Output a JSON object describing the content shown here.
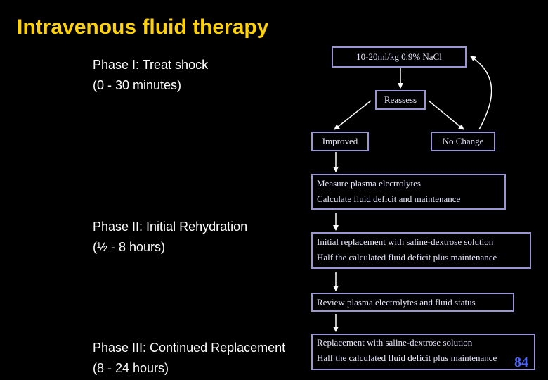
{
  "title": "Intravenous fluid therapy",
  "phases": [
    {
      "name": "Phase I: Treat shock",
      "time": "(0 - 30 minutes)"
    },
    {
      "name": "Phase II: Initial Rehydration",
      "time": "(½ - 8 hours)"
    },
    {
      "name": "Phase III: Continued Replacement",
      "time": "(8 - 24 hours)"
    }
  ],
  "boxes": {
    "bolus": "10-20ml/kg 0.9% NaCl",
    "reassess": "Reassess",
    "improved": "Improved",
    "no_change": "No Change",
    "electrolytes": [
      "Measure plasma electrolytes",
      "Calculate fluid deficit and maintenance"
    ],
    "initial": [
      "Initial replacement with saline-dextrose solution",
      "Half the calculated fluid deficit plus maintenance"
    ],
    "review": "Review plasma electrolytes and fluid status",
    "continued": [
      "Replacement with saline-dextrose solution",
      "Half the calculated fluid deficit plus maintenance"
    ]
  },
  "page_number": "84",
  "colors": {
    "title": "#ffd200",
    "box_border": "#9a96d4",
    "page_number": "#4b63ff"
  }
}
